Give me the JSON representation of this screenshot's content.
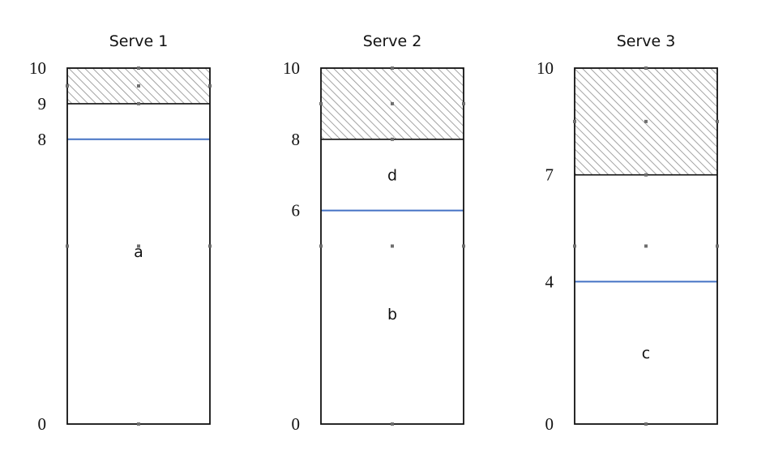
{
  "panels": [
    {
      "title": "Serve 1",
      "scale_min": 0,
      "scale_max": 10,
      "hatched_from": 9,
      "blue_line_at": 8,
      "ticks": [
        {
          "value": 10,
          "label": "10"
        },
        {
          "value": 9,
          "label": "9"
        },
        {
          "value": 8,
          "label": "8"
        },
        {
          "value": 0,
          "label": "0"
        }
      ],
      "regions": [
        {
          "label": "a",
          "value": 4.85
        }
      ]
    },
    {
      "title": "Serve 2",
      "scale_min": 0,
      "scale_max": 10,
      "hatched_from": 8,
      "blue_line_at": 6,
      "ticks": [
        {
          "value": 10,
          "label": "10"
        },
        {
          "value": 8,
          "label": "8"
        },
        {
          "value": 6,
          "label": "6"
        },
        {
          "value": 0,
          "label": "0"
        }
      ],
      "regions": [
        {
          "label": "d",
          "value": 7.0
        },
        {
          "label": "b",
          "value": 3.1
        }
      ]
    },
    {
      "title": "Serve 3",
      "scale_min": 0,
      "scale_max": 10,
      "hatched_from": 7,
      "blue_line_at": 4,
      "ticks": [
        {
          "value": 10,
          "label": "10"
        },
        {
          "value": 7,
          "label": "7"
        },
        {
          "value": 4,
          "label": "4"
        },
        {
          "value": 0,
          "label": "0"
        }
      ],
      "regions": [
        {
          "label": "c",
          "value": 2.0
        }
      ]
    }
  ],
  "colors": {
    "border": "#111111",
    "blue_line": "#4472c4",
    "hatch": "#8c8c8c",
    "handle": "#6e6e6e"
  }
}
